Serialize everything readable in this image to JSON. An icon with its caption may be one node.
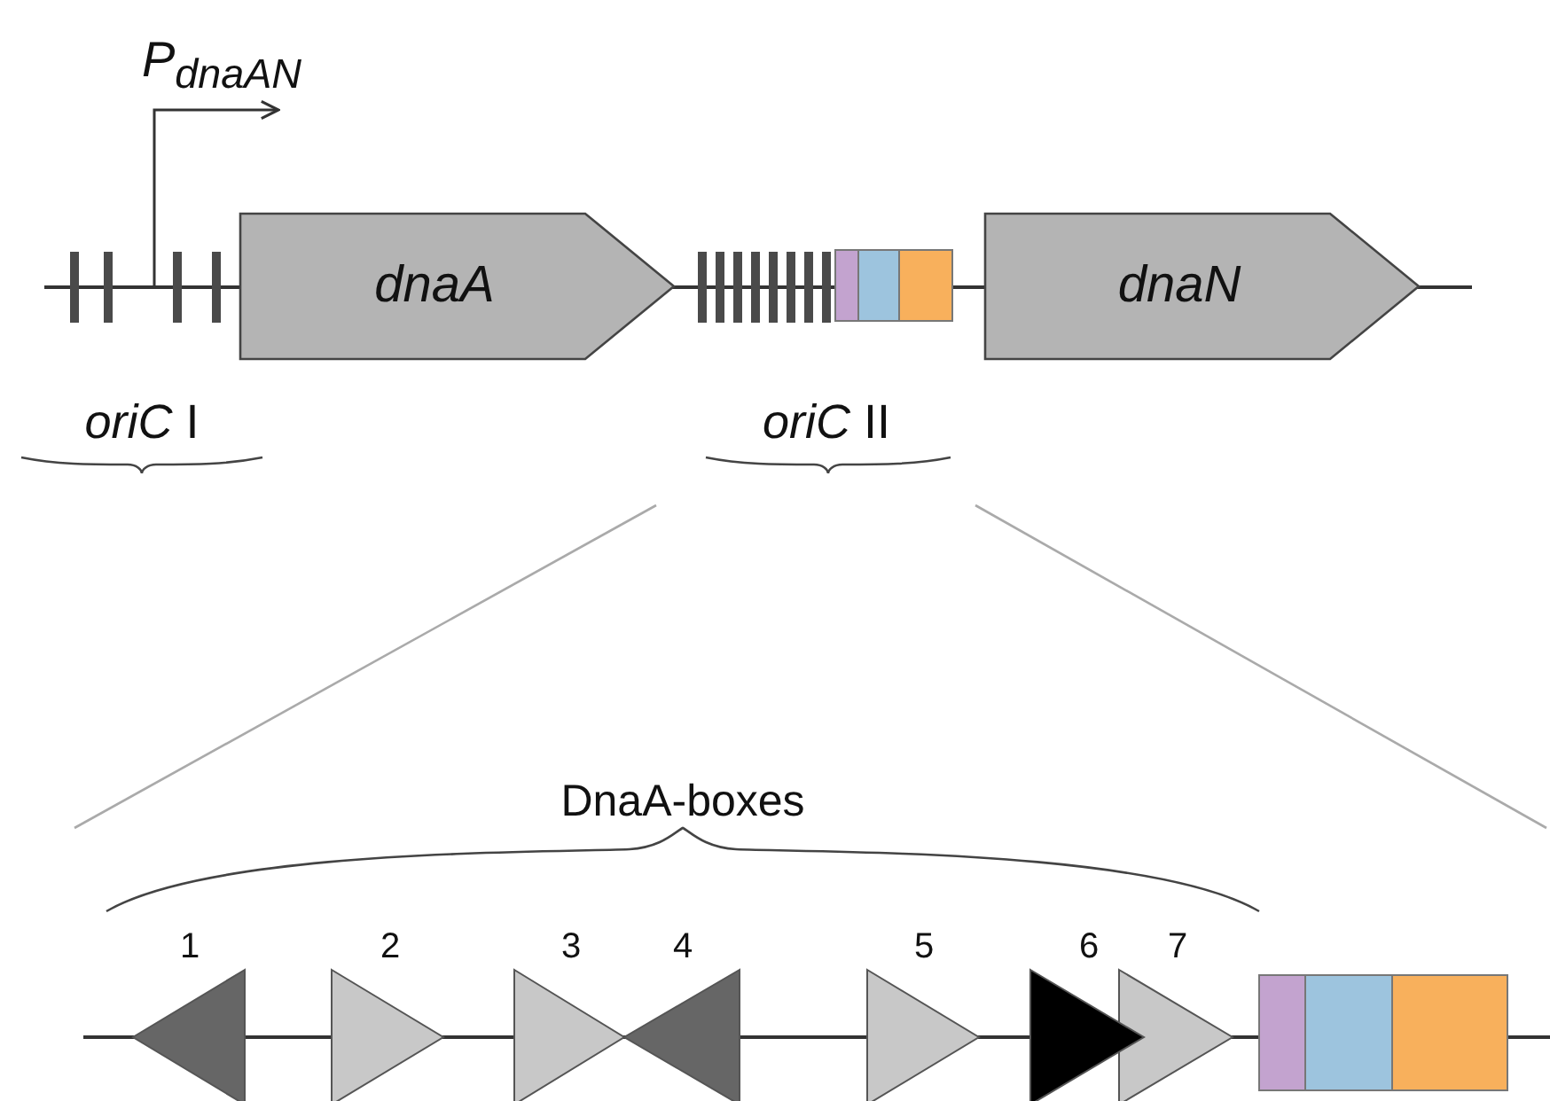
{
  "diagram": {
    "nodes": [
      {
        "text": [
          "dnaA"
        ]
      },
      {
        "text": [
          "dnaN"
        ]
      }
    ],
    "labels": [
      "P$_{dnaAN}$",
      "*oriC* I",
      "*oriC* II",
      "DnaA-boxes",
      "1",
      "2",
      "3",
      "4",
      "5",
      "6",
      "7"
    ]
  }
}
